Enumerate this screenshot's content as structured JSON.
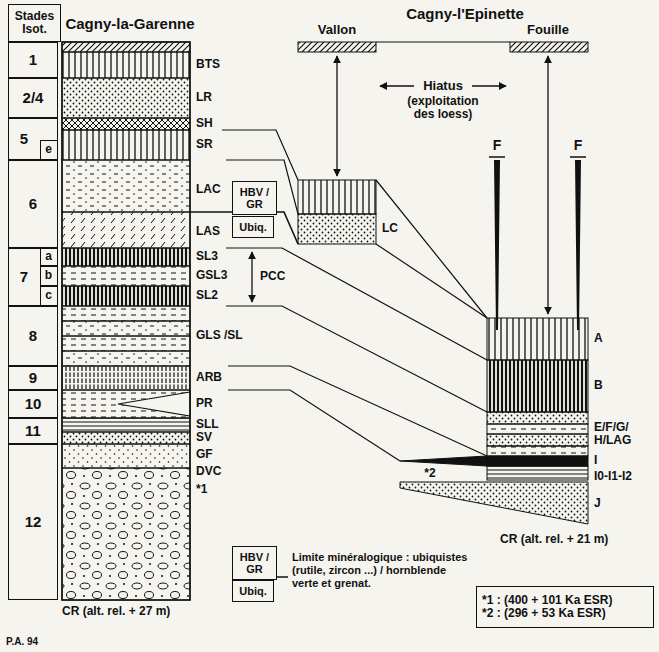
{
  "diagram": {
    "nodes": [
      {
        "text": [
          "Stades Isot."
        ]
      },
      {
        "text": [
          "1"
        ]
      },
      {
        "text": [
          "2/4"
        ]
      },
      {
        "text": [
          "5"
        ]
      },
      {
        "text": [
          "e"
        ],
        "in": 3
      },
      {
        "text": [
          "6"
        ]
      },
      {
        "text": [
          "7"
        ]
      },
      {
        "text": [
          "a"
        ],
        "in": 6
      },
      {
        "text": [
          "b"
        ],
        "in": 6
      },
      {
        "text": [
          "c"
        ],
        "in": 6
      },
      {
        "text": [
          "8"
        ]
      },
      {
        "text": [
          "9"
        ]
      },
      {
        "text": [
          "10"
        ]
      },
      {
        "text": [
          "11"
        ]
      },
      {
        "text": [
          "12"
        ]
      },
      {
        "text": [
          "HBV / GR"
        ]
      },
      {
        "text": [
          "Ubiq."
        ]
      },
      {
        "text": [
          "HBV / GR"
        ]
      },
      {
        "text": [
          "Ubiq."
        ]
      },
      {
        "text": [
          "*1 : (400 + 101 Ka ESR)",
          "*2 : (296 + 53 Ka ESR)"
        ]
      }
    ],
    "labels": [
      "Cagny-la-Garenne",
      "BTS",
      "LR",
      "SH",
      "SR",
      "LAC",
      "LAS",
      "SL3",
      "GSL3",
      "SL2",
      "GLS /SL",
      "ARB",
      "PR",
      "SLL",
      "SV",
      "GF",
      "DVC",
      "*1",
      "PCC",
      "CR (alt. rel. + 27 m)",
      "Cagny-l'Epinette",
      "Vallon",
      "Fouille",
      "Hiatus",
      "(exploitation des loess)",
      "F",
      "F",
      "LC",
      "A",
      "B",
      "E/F/G/ H/LAG",
      "I",
      "I0-I1-I2",
      "*2",
      "J",
      "CR (alt. rel. + 21 m)",
      "P.A. 94"
    ],
    "legend": [
      {
        "text": "Limite minéralogique : ubiquistes (rutile, zircon ...) / hornblende verte et grenat."
      }
    ]
  }
}
